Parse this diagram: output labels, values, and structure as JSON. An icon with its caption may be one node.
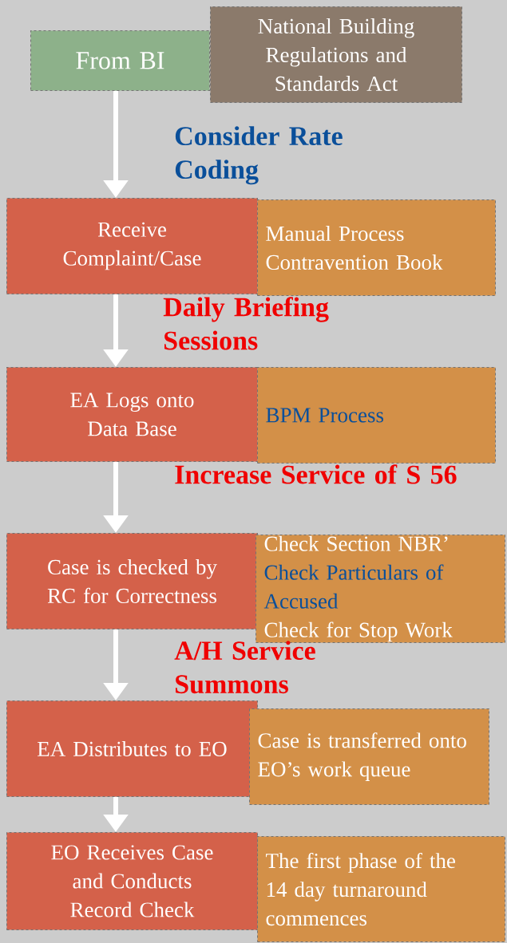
{
  "diagram": {
    "nodes": [
      {
        "text": [
          "From BI"
        ]
      },
      {
        "text": [
          "National Building Regulations and Standards Act"
        ]
      },
      {
        "text": [
          "Receive Complaint/Case"
        ]
      },
      {
        "text": [
          "Manual Process Contravention Book"
        ]
      },
      {
        "text": [
          "EA Logs onto Data Base"
        ]
      },
      {
        "text": [
          "BPM Process"
        ]
      },
      {
        "text": [
          "Case is checked by RC for Correctness"
        ]
      },
      {
        "text": [
          "Check Section NBR’",
          "Check Particulars of Accused",
          "Check for Stop Work"
        ]
      },
      {
        "text": [
          "EA Distributes to EO"
        ]
      },
      {
        "text": [
          "Case is transferred onto EO’s work queue"
        ]
      },
      {
        "text": [
          "EO Receives Case and Conducts Record Check"
        ]
      },
      {
        "text": [
          "The first phase of the 14 day turnaround commences"
        ]
      }
    ],
    "edges": [
      {
        "from": 0,
        "to": 2,
        "arrow": "to"
      },
      {
        "from": 2,
        "to": 4,
        "arrow": "to"
      },
      {
        "from": 4,
        "to": 6,
        "arrow": "to"
      },
      {
        "from": 6,
        "to": 8,
        "arrow": "to"
      },
      {
        "from": 8,
        "to": 10,
        "arrow": "to"
      }
    ],
    "labels": [
      "Consider Rate Coding",
      "Daily Briefing Sessions",
      "Increase Service of S 56",
      "A/H Service Summons"
    ]
  }
}
